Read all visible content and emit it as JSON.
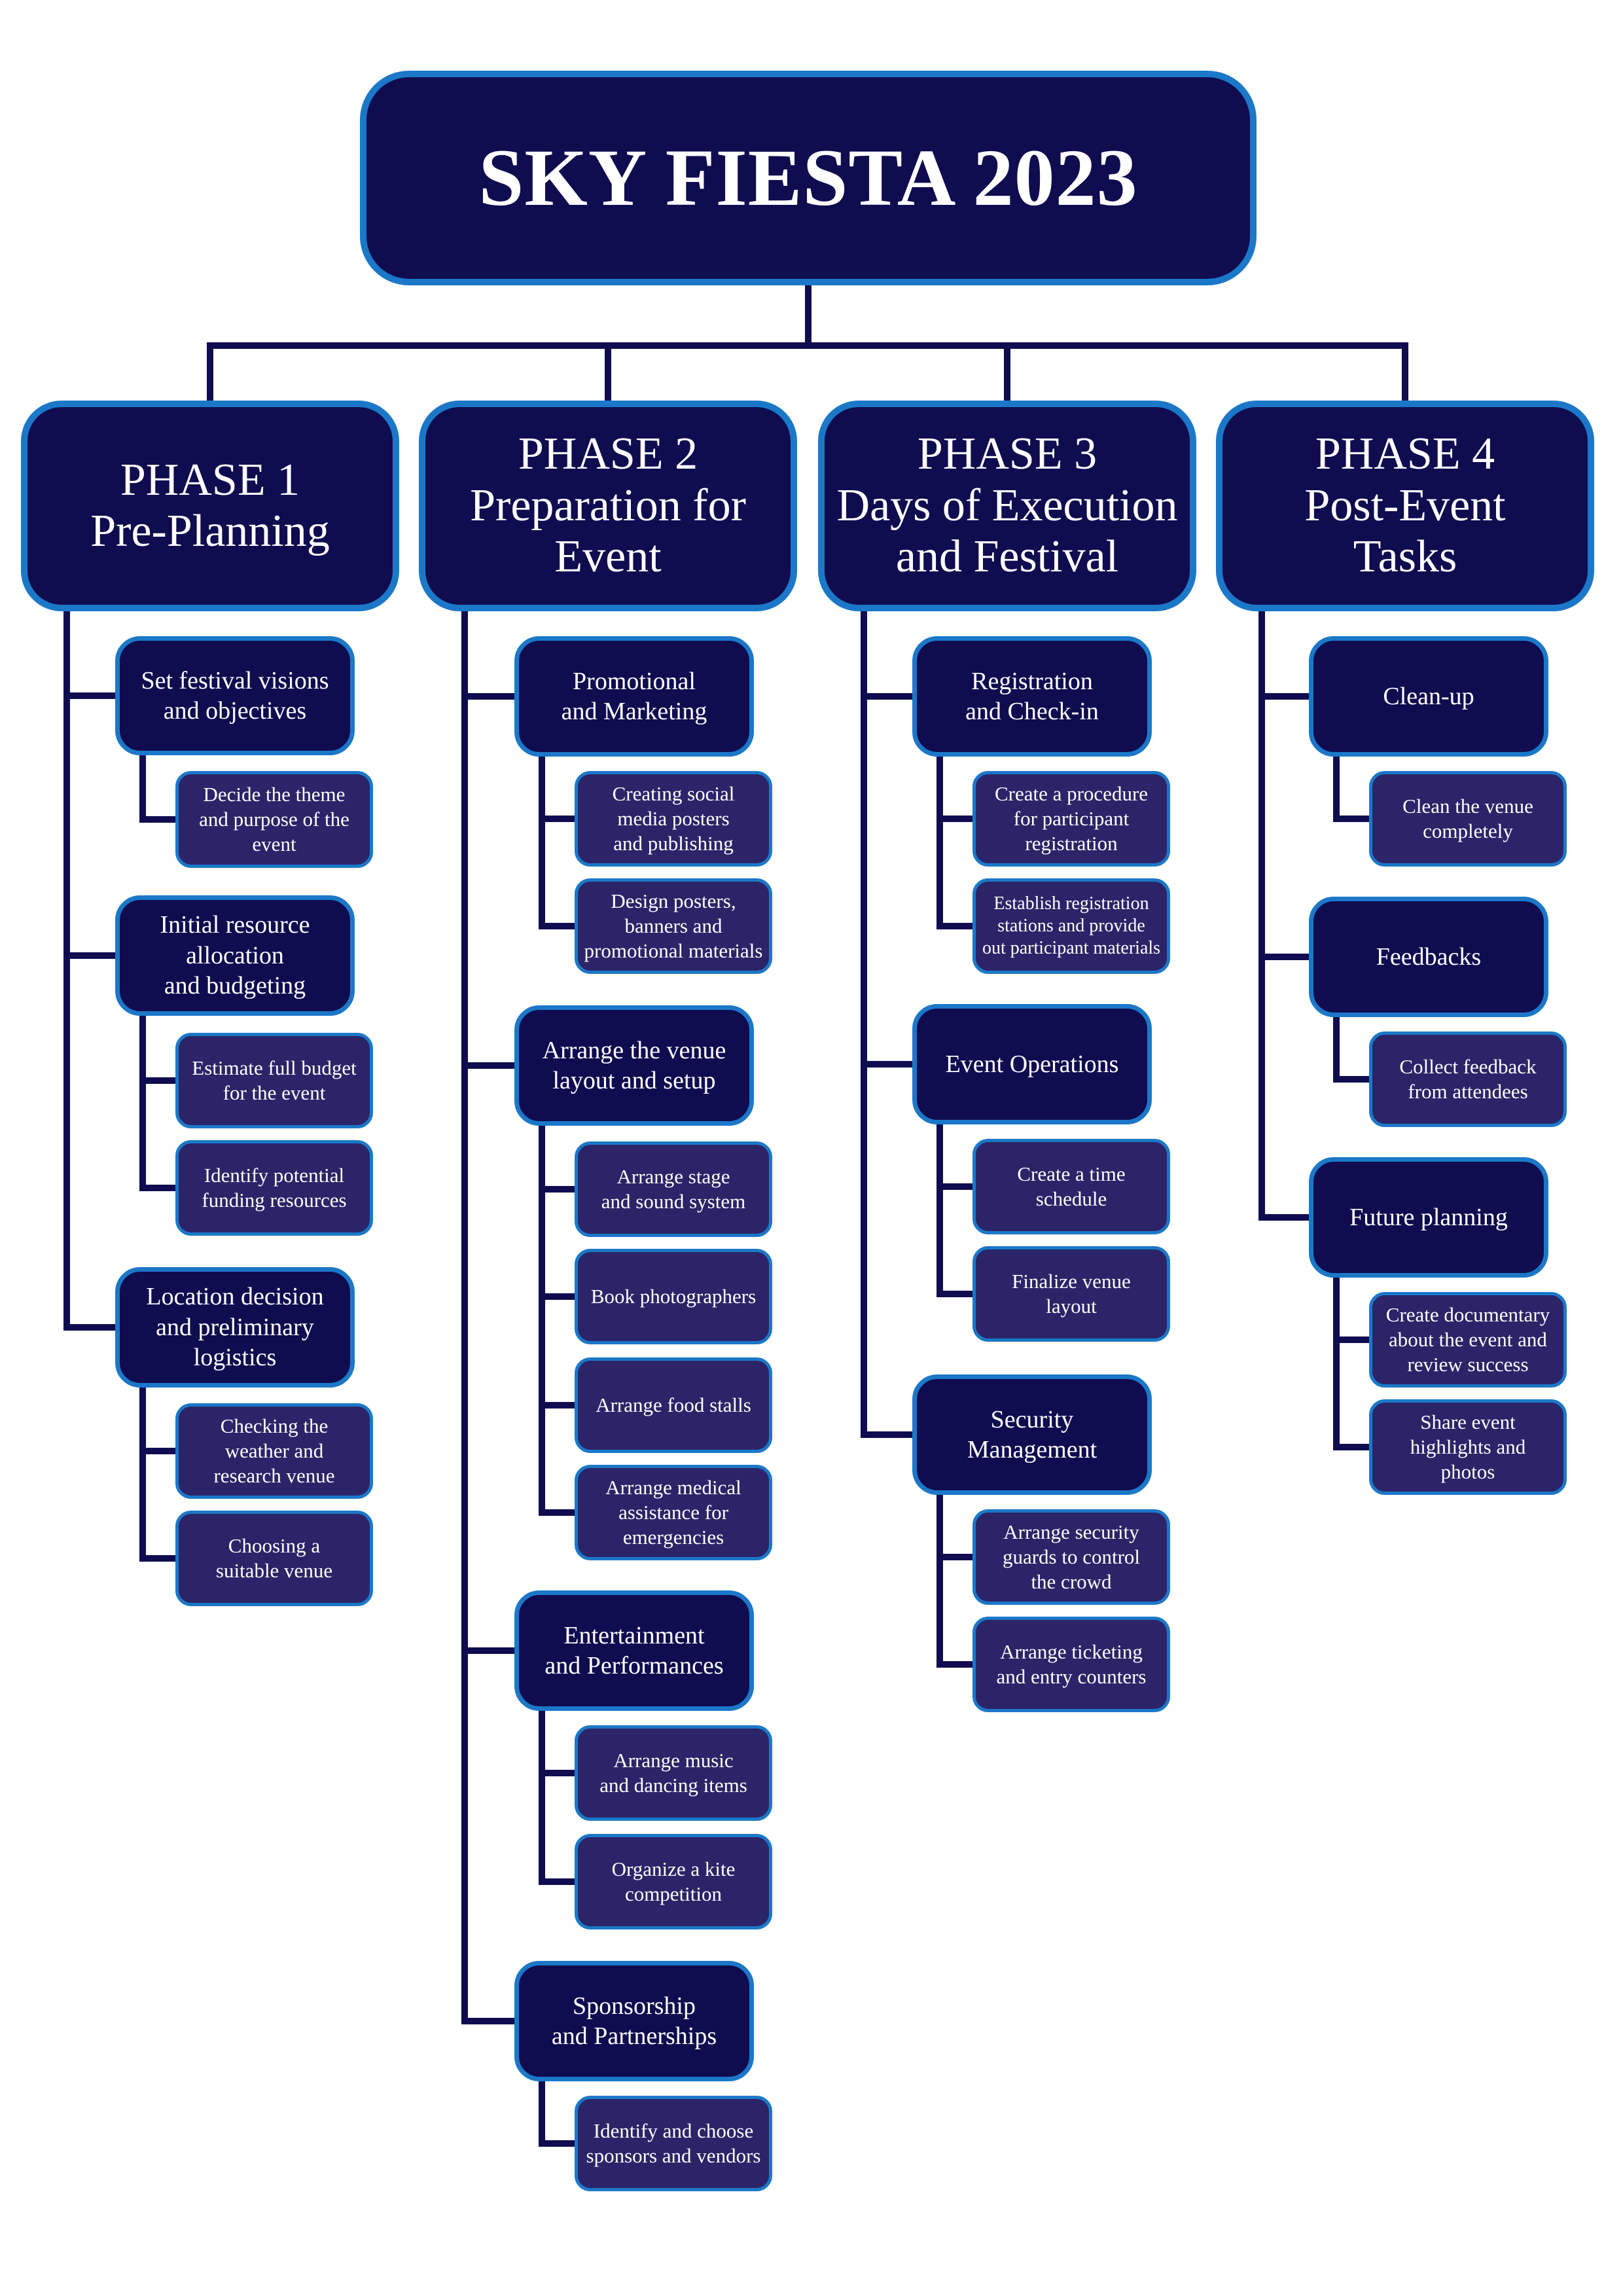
{
  "title": "SKY FIESTA 2023",
  "colors": {
    "box_fill": "#100c50",
    "sub_fill": "#2c2468",
    "border": "#1b78c8",
    "line": "#100c50",
    "text": "#ffffff"
  },
  "phases": [
    {
      "label": "PHASE 1\nPre-Planning",
      "tasks": [
        {
          "label": "Set festival visions\nand objectives",
          "subs": [
            "Decide the theme\nand purpose of the\nevent"
          ]
        },
        {
          "label": "Initial resource\nallocation\nand budgeting",
          "subs": [
            "Estimate full budget\nfor the event",
            "Identify potential\nfunding resources"
          ]
        },
        {
          "label": "Location decision\nand preliminary\nlogistics",
          "subs": [
            "Checking the\nweather and\nresearch venue",
            "Choosing a\nsuitable venue"
          ]
        }
      ]
    },
    {
      "label": "PHASE 2\nPreparation for\nEvent",
      "tasks": [
        {
          "label": "Promotional\nand Marketing",
          "subs": [
            "Creating social\nmedia posters\nand publishing",
            "Design posters,\nbanners and\npromotional materials"
          ]
        },
        {
          "label": "Arrange the venue\nlayout and setup",
          "subs": [
            "Arrange stage\nand sound system",
            "Book photographers",
            "Arrange food stalls",
            "Arrange medical\nassistance for\nemergencies"
          ]
        },
        {
          "label": "Entertainment\nand Performances",
          "subs": [
            "Arrange music\nand dancing items",
            "Organize a kite\ncompetition"
          ]
        },
        {
          "label": "Sponsorship\nand Partnerships",
          "subs": [
            "Identify and choose\nsponsors and vendors"
          ]
        }
      ]
    },
    {
      "label": "PHASE 3\nDays of Execution\nand Festival",
      "tasks": [
        {
          "label": "Registration\nand Check-in",
          "subs": [
            "Create a procedure\nfor participant\nregistration",
            "Establish registration\nstations and provide\nout participant materials"
          ]
        },
        {
          "label": "Event Operations",
          "subs": [
            "Create a time\nschedule",
            "Finalize venue\nlayout"
          ]
        },
        {
          "label": "Security\nManagement",
          "subs": [
            "Arrange security\nguards to control\nthe crowd",
            "Arrange ticketing\nand entry counters"
          ]
        }
      ]
    },
    {
      "label": "PHASE 4\nPost-Event\nTasks",
      "tasks": [
        {
          "label": "Clean-up",
          "subs": [
            "Clean the venue\ncompletely"
          ]
        },
        {
          "label": "Feedbacks",
          "subs": [
            "Collect feedback\nfrom attendees"
          ]
        },
        {
          "label": "Future planning",
          "subs": [
            "Create documentary\nabout the event and\nreview success",
            "Share event\nhighlights and\nphotos"
          ]
        }
      ]
    }
  ]
}
